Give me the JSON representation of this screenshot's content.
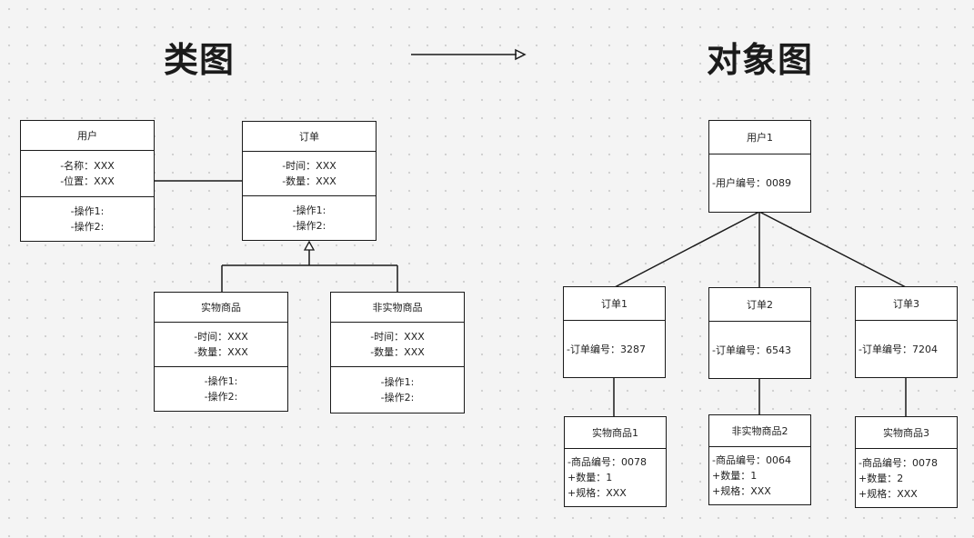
{
  "titles": {
    "class_diagram": "类图",
    "object_diagram": "对象图"
  },
  "class_diagram": {
    "user": {
      "name": "用户",
      "attrs": [
        "-名称：XXX",
        "-位置：XXX"
      ],
      "ops": [
        "-操作1:",
        "-操作2:"
      ]
    },
    "order": {
      "name": "订单",
      "attrs": [
        "-时间：XXX",
        "-数量：XXX"
      ],
      "ops": [
        "-操作1:",
        "-操作2:"
      ]
    },
    "physical": {
      "name": "实物商品",
      "attrs": [
        "-时间：XXX",
        "-数量：XXX"
      ],
      "ops": [
        "-操作1:",
        "-操作2:"
      ]
    },
    "nonphysical": {
      "name": "非实物商品",
      "attrs": [
        "-时间：XXX",
        "-数量：XXX"
      ],
      "ops": [
        "-操作1:",
        "-操作2:"
      ]
    }
  },
  "object_diagram": {
    "user1": {
      "name": "用户1",
      "attrs": [
        "-用户编号：0089"
      ]
    },
    "order1": {
      "name": "订单1",
      "attrs": [
        "-订单编号：3287"
      ]
    },
    "order2": {
      "name": "订单2",
      "attrs": [
        "-订单编号：6543"
      ]
    },
    "order3": {
      "name": "订单3",
      "attrs": [
        "-订单编号：7204"
      ]
    },
    "item1": {
      "name": "实物商品1",
      "attrs": [
        "-商品编号：0078",
        "+数量：1",
        "+规格：XXX"
      ]
    },
    "item2": {
      "name": "非实物商品2",
      "attrs": [
        "-商品编号：0064",
        "+数量：1",
        "+规格：XXX"
      ]
    },
    "item3": {
      "name": "实物商品3",
      "attrs": [
        "-商品编号：0078",
        "+数量：2",
        "+规格：XXX"
      ]
    }
  }
}
